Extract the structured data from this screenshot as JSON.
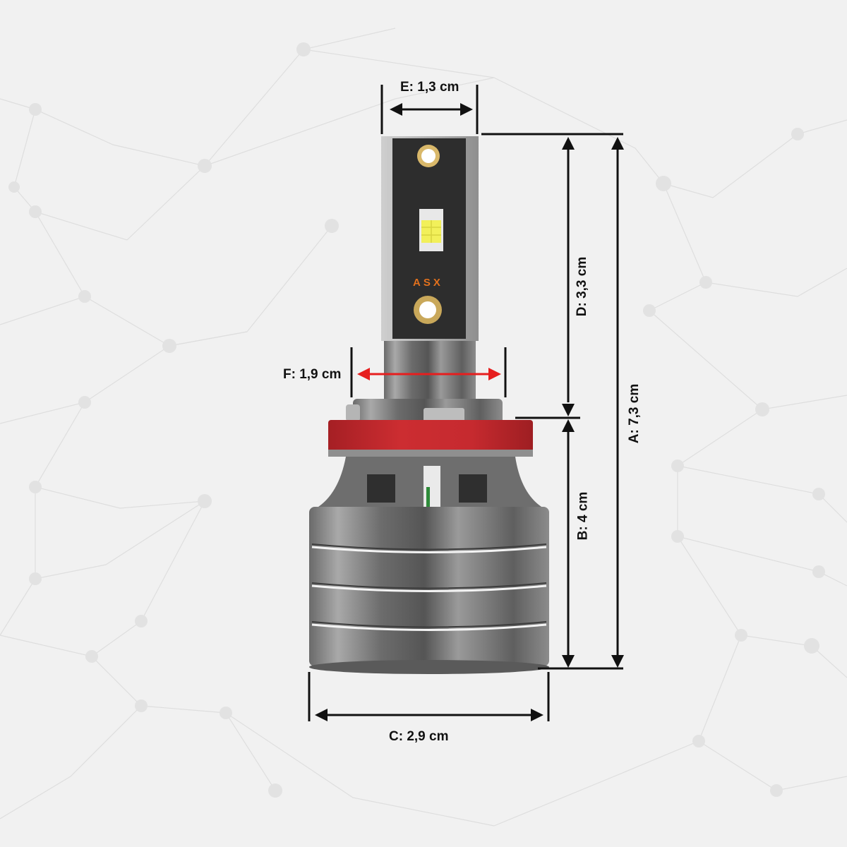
{
  "product": {
    "brand_mark": "ASX",
    "colors": {
      "background": "#f1f1f1",
      "pcb": "#2d2d2d",
      "ring": "#c62a2f",
      "metal": "#7a7a7a",
      "led_chip": "#f2f05a",
      "brand_text": "#e2711d",
      "red_arrow": "#e61e1e",
      "dimension_line": "#111111"
    }
  },
  "dimensions": {
    "A": {
      "label": "A: 7,3 cm",
      "orientation": "vertical"
    },
    "B": {
      "label": "B: 4 cm",
      "orientation": "vertical"
    },
    "C": {
      "label": "C: 2,9 cm",
      "orientation": "horizontal"
    },
    "D": {
      "label": "D: 3,3 cm",
      "orientation": "vertical"
    },
    "E": {
      "label": "E: 1,3 cm",
      "orientation": "horizontal"
    },
    "F": {
      "label": "F: 1,9 cm",
      "orientation": "horizontal",
      "highlight": "red"
    }
  }
}
